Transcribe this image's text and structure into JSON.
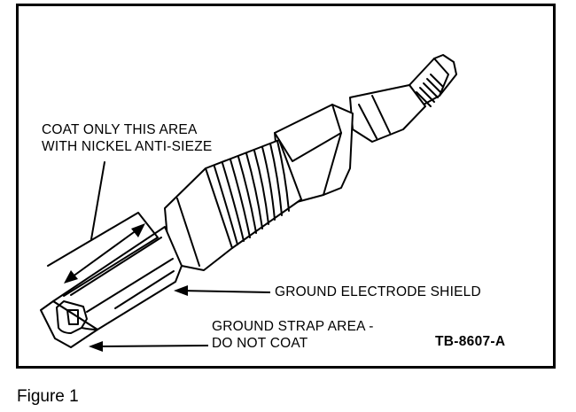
{
  "labels": {
    "coat_line1": "COAT ONLY THIS AREA",
    "coat_line2": "WITH NICKEL ANTI-SIEZE",
    "shield": "GROUND ELECTRODE SHIELD",
    "strap_line1": "GROUND STRAP AREA -",
    "strap_line2": "DO NOT COAT",
    "ref_code": "TB-8607-A"
  },
  "caption": "Figure 1"
}
